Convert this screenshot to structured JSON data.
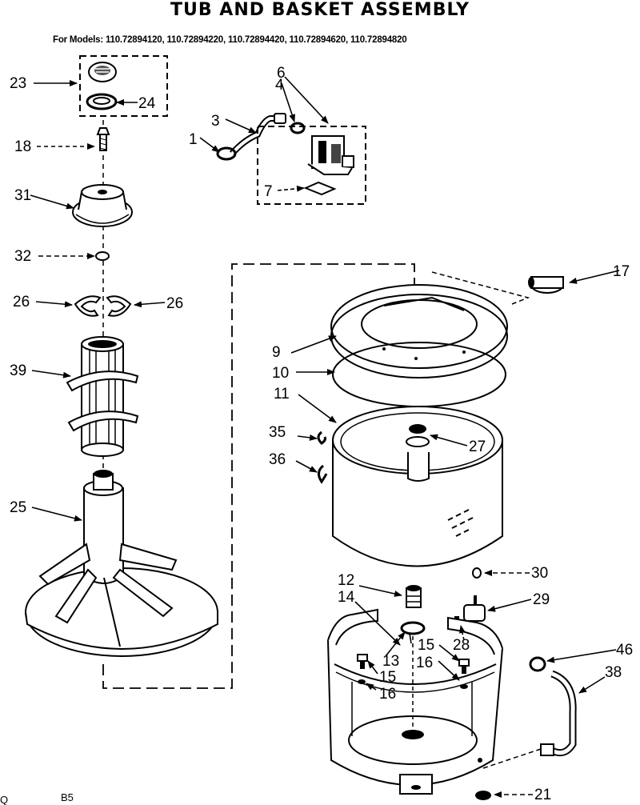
{
  "title": "TUB AND BASKET ASSEMBLY",
  "models": "For Models: 110.72894120, 110.72894220, 110.72894420, 110.72894620, 110.72894820",
  "corner_left": "Q",
  "corner_code": "B5",
  "callouts": {
    "c1": "1",
    "c3": "3",
    "c4": "4",
    "c6": "6",
    "c7": "7",
    "c9": "9",
    "c10": "10",
    "c11": "11",
    "c12": "12",
    "c13": "13",
    "c14": "14",
    "c15a": "15",
    "c15b": "15",
    "c16a": "16",
    "c16b": "16",
    "c17": "17",
    "c18": "18",
    "c21": "21",
    "c23": "23",
    "c24": "24",
    "c25": "25",
    "c26a": "26",
    "c26b": "26",
    "c27": "27",
    "c28": "28",
    "c29": "29",
    "c30": "30",
    "c31": "31",
    "c32": "32",
    "c35": "35",
    "c36": "36",
    "c38": "38",
    "c39": "39",
    "c46": "46"
  }
}
